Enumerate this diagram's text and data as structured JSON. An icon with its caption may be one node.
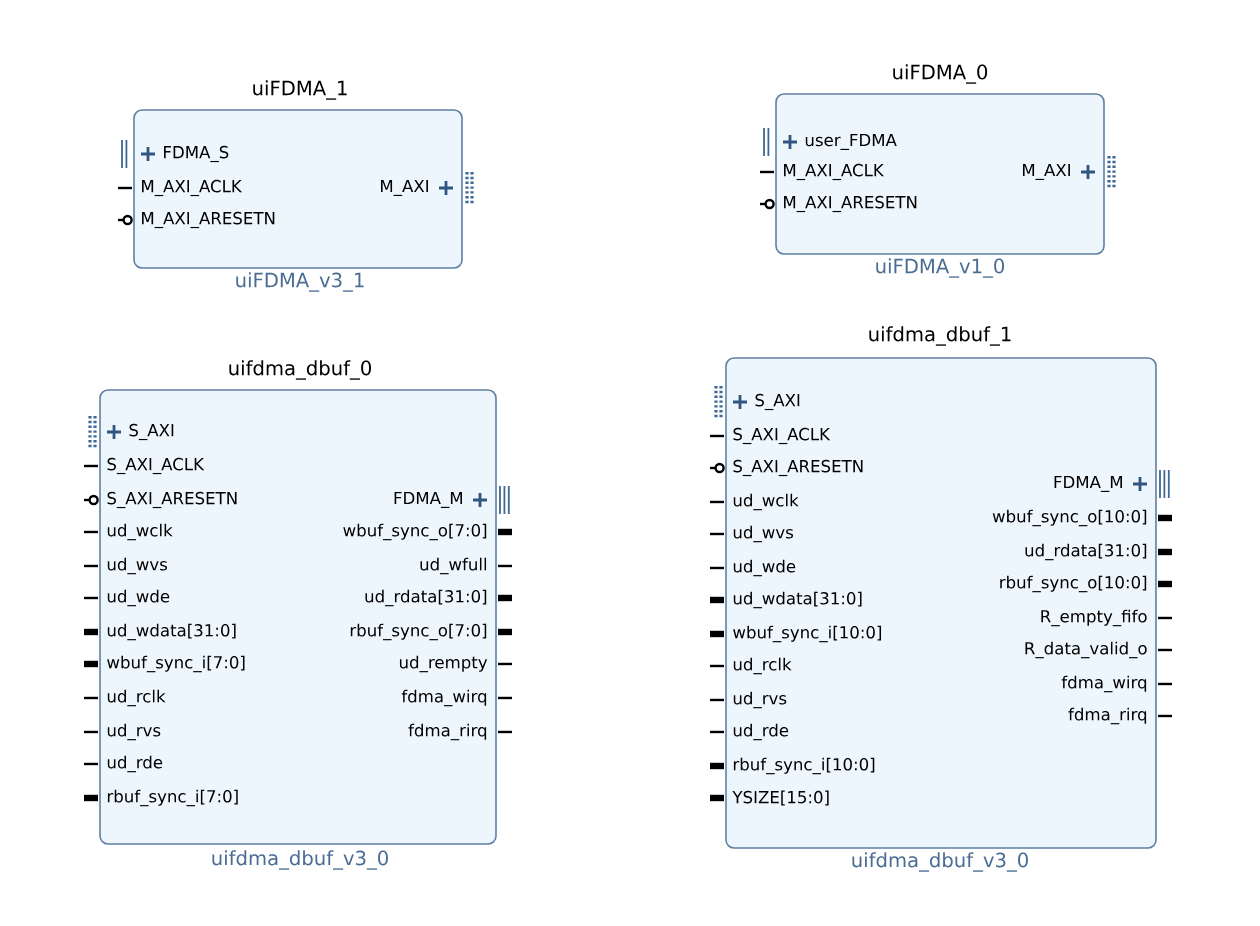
{
  "diagram": {
    "nodes": [
      {
        "text": [
          "uiFDMA_1",
          "FDMA_S",
          "M_AXI_ACLK",
          "M_AXI_ARESETN",
          "M_AXI"
        ],
        "beside": [
          "uiFDMA_v3_1"
        ]
      },
      {
        "text": [
          "uiFDMA_0",
          "user_FDMA",
          "M_AXI_ACLK",
          "M_AXI_ARESETN",
          "M_AXI"
        ],
        "beside": [
          "uiFDMA_v1_0"
        ]
      },
      {
        "text": [
          "uifdma_dbuf_0",
          "S_AXI",
          "S_AXI_ACLK",
          "S_AXI_ARESETN",
          "ud_wclk",
          "ud_wvs",
          "ud_wde",
          "ud_wdata[31:0]",
          "wbuf_sync_i[7:0]",
          "ud_rclk",
          "ud_rvs",
          "ud_rde",
          "rbuf_sync_i[7:0]",
          "FDMA_M",
          "wbuf_sync_o[7:0]",
          "ud_wfull",
          "ud_rdata[31:0]",
          "rbuf_sync_o[7:0]",
          "ud_rempty",
          "fdma_wirq",
          "fdma_rirq"
        ],
        "beside": [
          "uifdma_dbuf_v3_0"
        ]
      },
      {
        "text": [
          "uifdma_dbuf_1",
          "S_AXI",
          "S_AXI_ACLK",
          "S_AXI_ARESETN",
          "ud_wclk",
          "ud_wvs",
          "ud_wde",
          "ud_wdata[31:0]",
          "wbuf_sync_i[10:0]",
          "ud_rclk",
          "ud_rvs",
          "ud_rde",
          "rbuf_sync_i[10:0]",
          "YSIZE[15:0]",
          "FDMA_M",
          "wbuf_sync_o[10:0]",
          "ud_rdata[31:0]",
          "rbuf_sync_o[10:0]",
          "R_empty_fifo",
          "R_data_valid_o",
          "fdma_wirq",
          "fdma_rirq"
        ],
        "beside": [
          "uifdma_dbuf_v3_0"
        ]
      }
    ]
  }
}
